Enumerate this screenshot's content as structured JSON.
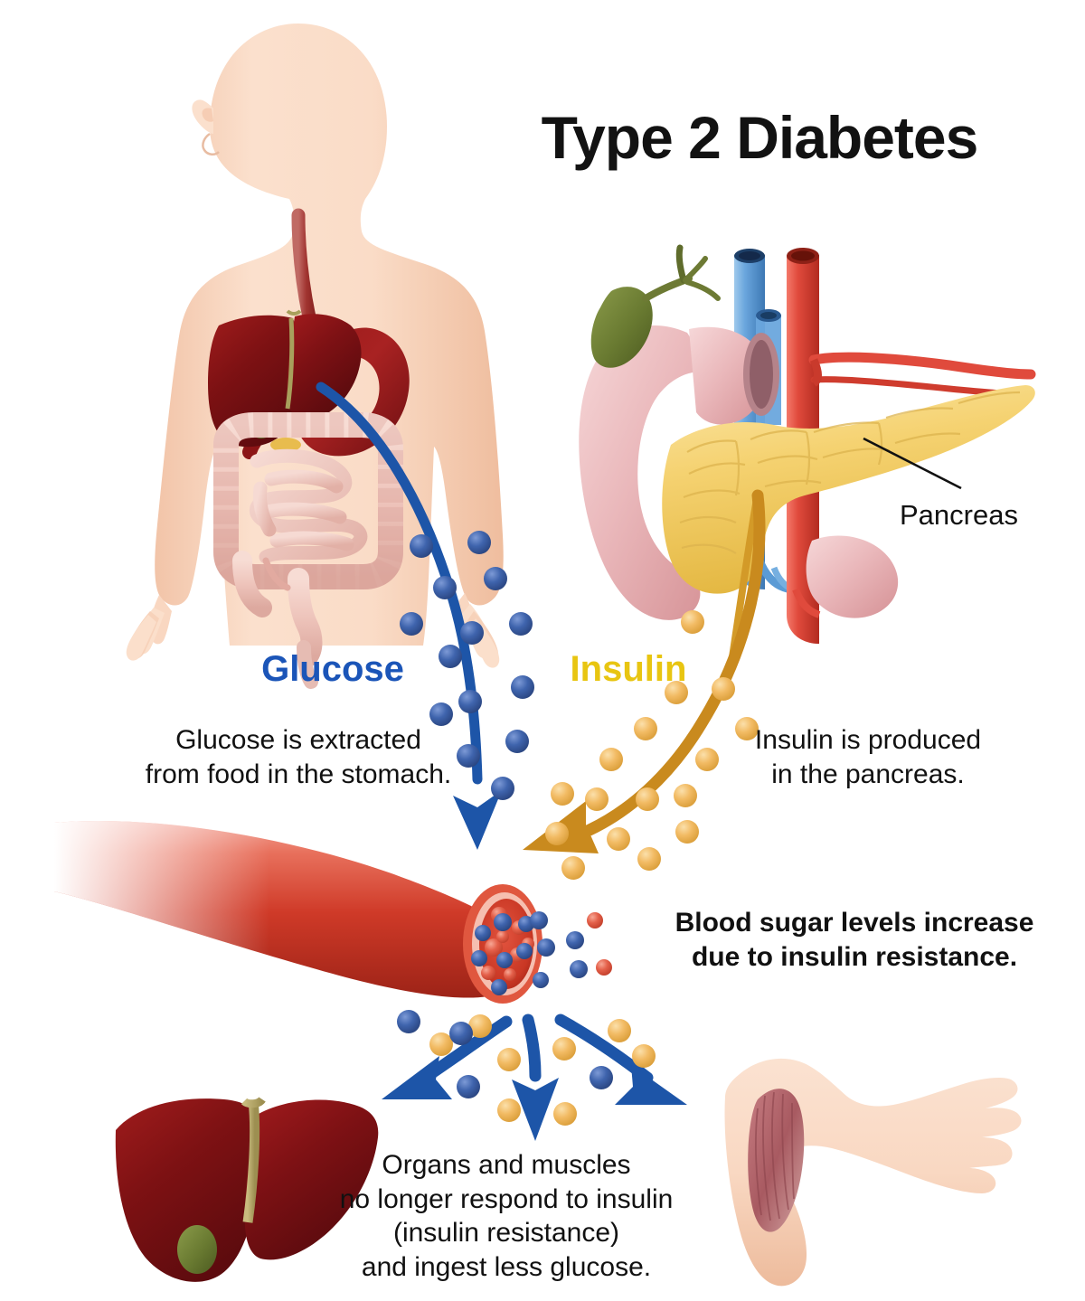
{
  "page": {
    "title": "Type 2 Diabetes",
    "background_color": "#ffffff"
  },
  "labels": {
    "glucose": "Glucose",
    "insulin": "Insulin",
    "pancreas": "Pancreas"
  },
  "captions": {
    "glucose_line1": "Glucose is extracted",
    "glucose_line2": "from food in the stomach.",
    "insulin_line1": "Insulin is produced",
    "insulin_line2": "in the pancreas.",
    "blood_line1": "Blood sugar levels increase",
    "blood_line2": "due to insulin resistance.",
    "organs_line1": "Organs and muscles",
    "organs_line2": "no longer respond to insulin",
    "organs_line3": "(insulin resistance)",
    "organs_line4": "and ingest less glucose."
  },
  "colors": {
    "glucose_blue": "#1b55b8",
    "insulin_yellow": "#e8c511",
    "glucose_molecule": "#3b5fa8",
    "insulin_molecule": "#f0b860",
    "gold_arrow": "#c98a1e",
    "blue_arrow": "#1d55a8",
    "vessel_red": "#d1402f",
    "liver_dark_red": "#8b1216",
    "pancreas_yellow": "#f2d06b",
    "stomach_pink": "#e8b4b8",
    "gallbladder_green": "#6d7a34",
    "skin": "#f8d9c4",
    "artery_red": "#e04a3c",
    "vein_blue": "#5b9bd5",
    "text_black": "#111111"
  },
  "diagram": {
    "type": "medical-infographic",
    "steps": [
      {
        "id": "step-glucose",
        "label": "Glucose",
        "organ": "human-body-digestive-system",
        "text": "Glucose is extracted from food in the stomach."
      },
      {
        "id": "step-insulin",
        "label": "Insulin",
        "organ": "pancreas-stomach",
        "text": "Insulin is produced in the pancreas."
      },
      {
        "id": "step-bloodstream",
        "label": "Blood vessel",
        "organ": "blood-vessel-cross-section",
        "text": "Blood sugar levels increase due to insulin resistance."
      },
      {
        "id": "step-organs",
        "label": "Organs and muscles",
        "organ": "liver-and-arm-muscle",
        "text": "Organs and muscles no longer respond to insulin (insulin resistance) and ingest less glucose."
      }
    ],
    "molecule_counts": {
      "glucose_stream": 14,
      "insulin_stream": 16,
      "vessel_glucose": 11,
      "vessel_red_cells": 8,
      "lower_glucose": 4,
      "lower_insulin": 9
    },
    "arrows": [
      {
        "name": "glucose-arrow",
        "from": "stomach",
        "to": "blood-vessel",
        "color": "#1d55a8"
      },
      {
        "name": "insulin-arrow",
        "from": "pancreas",
        "to": "blood-vessel",
        "color": "#c98a1e"
      },
      {
        "name": "organs-arrow-left",
        "from": "blood-vessel",
        "to": "liver",
        "color": "#1d55a8"
      },
      {
        "name": "organs-arrow-center",
        "from": "blood-vessel",
        "to": "organs-text",
        "color": "#1d55a8"
      },
      {
        "name": "organs-arrow-right",
        "from": "blood-vessel",
        "to": "arm-muscle",
        "color": "#1d55a8"
      }
    ]
  }
}
